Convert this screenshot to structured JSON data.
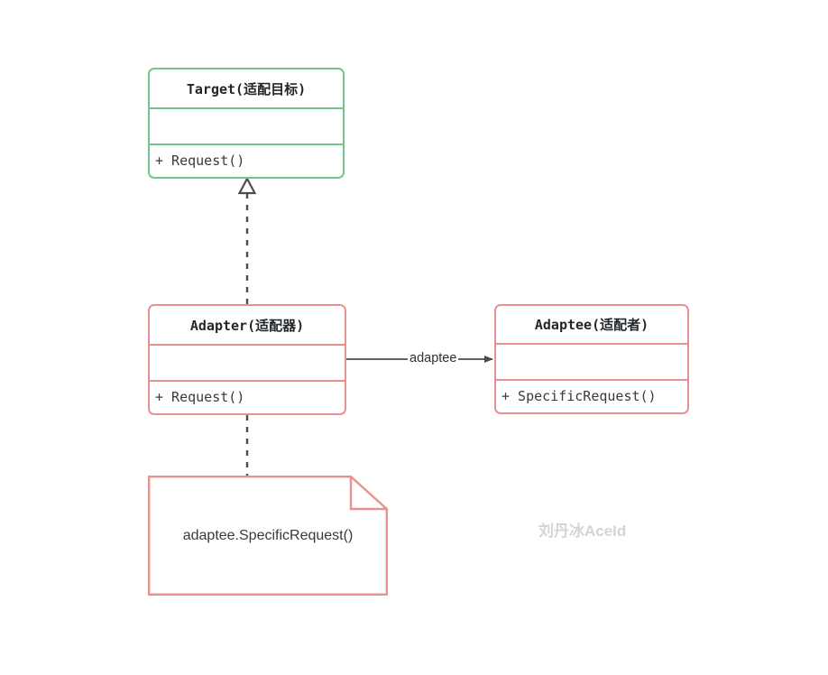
{
  "diagram": {
    "title": "Adapter Pattern UML Class Diagram",
    "colors": {
      "interface_border": "#72c58b",
      "class_border": "#e8918f",
      "connector": "#4d4d4d",
      "text": "#3a3a3a",
      "background": "#ffffff",
      "watermark": "#d4d4d4"
    },
    "classes": [
      {
        "id": "target",
        "name": "Target(适配目标)",
        "attributes": [],
        "operations": [
          "+ Request()"
        ],
        "border_color": "#72c58b"
      },
      {
        "id": "adapter",
        "name": "Adapter(适配器)",
        "attributes": [],
        "operations": [
          "+ Request()"
        ],
        "border_color": "#e8918f"
      },
      {
        "id": "adaptee",
        "name": "Adaptee(适配者)",
        "attributes": [],
        "operations": [
          "+ SpecificRequest()"
        ],
        "border_color": "#e8918f"
      }
    ],
    "note": {
      "id": "note-adapter-body",
      "text": "adaptee.SpecificRequest()",
      "border_color": "#e8918f"
    },
    "connectors": [
      {
        "id": "realization-adapter-target",
        "from": "adapter",
        "to": "target",
        "type": "realization",
        "style": "dashed",
        "arrowhead": "hollow-triangle",
        "label": ""
      },
      {
        "id": "association-adapter-adaptee",
        "from": "adapter",
        "to": "adaptee",
        "type": "association",
        "style": "solid",
        "arrowhead": "filled-arrow",
        "label": "adaptee"
      },
      {
        "id": "note-link-adapter",
        "from": "adapter",
        "to": "note-adapter-body",
        "type": "note-link",
        "style": "dashed",
        "arrowhead": "none",
        "label": ""
      }
    ],
    "watermark": "刘丹冰AceId"
  }
}
